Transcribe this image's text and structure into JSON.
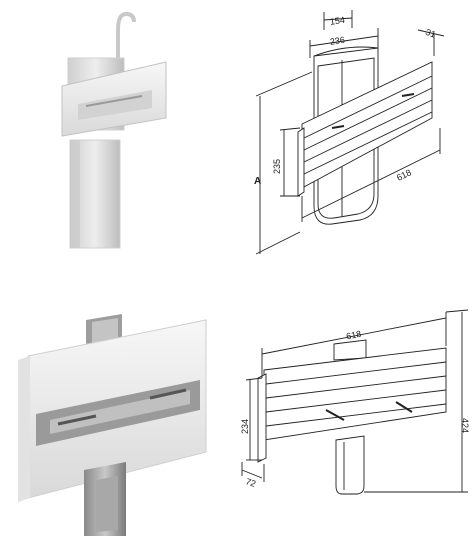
{
  "panels": {
    "top_right": {
      "dims": {
        "d154": "154",
        "d236": "236",
        "d31": "31",
        "d235": "235",
        "d618": "618",
        "dA": "A"
      }
    },
    "bottom_right": {
      "dims": {
        "d618": "618",
        "d234": "234",
        "d424": "424",
        "d72": "72"
      }
    }
  },
  "colors": {
    "line": "#222222",
    "panel_light": "#f1f1f1",
    "panel_mid": "#dcdcdc",
    "metal": "#b8b8b8"
  }
}
